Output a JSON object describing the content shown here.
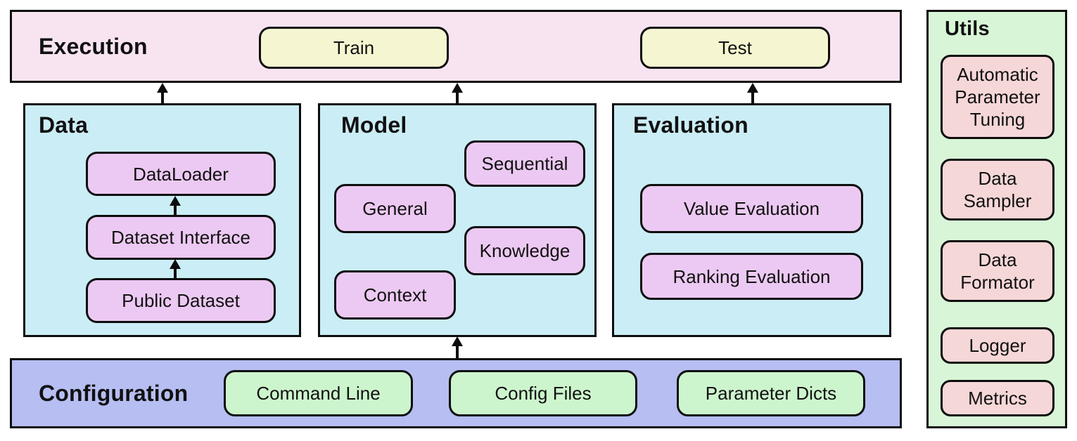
{
  "execution": {
    "title": "Execution",
    "items": [
      "Train",
      "Test"
    ]
  },
  "data": {
    "title": "Data",
    "items": [
      "DataLoader",
      "Dataset Interface",
      "Public Dataset"
    ]
  },
  "model": {
    "title": "Model",
    "items": [
      "Sequential",
      "General",
      "Knowledge",
      "Context"
    ]
  },
  "evaluation": {
    "title": "Evaluation",
    "items": [
      "Value Evaluation",
      "Ranking Evaluation"
    ]
  },
  "configuration": {
    "title": "Configuration",
    "items": [
      "Command Line",
      "Config Files",
      "Parameter Dicts"
    ]
  },
  "utils": {
    "title": "Utils",
    "items": [
      "Automatic Parameter Tuning",
      "Data Sampler",
      "Data Formator",
      "Logger",
      "Metrics"
    ]
  },
  "colors": {
    "execution_fill": "#f8e4f1",
    "train_test_fill": "#f5f6d1",
    "module_fill": "#cbedf6",
    "module_node_fill": "#ecc9f2",
    "configuration_fill": "#b6bef2",
    "configuration_node_fill": "#cdf5cd",
    "utils_fill": "#d8f6d7",
    "utils_node_fill": "#f6d7d7",
    "border": "#0d0d0d"
  }
}
